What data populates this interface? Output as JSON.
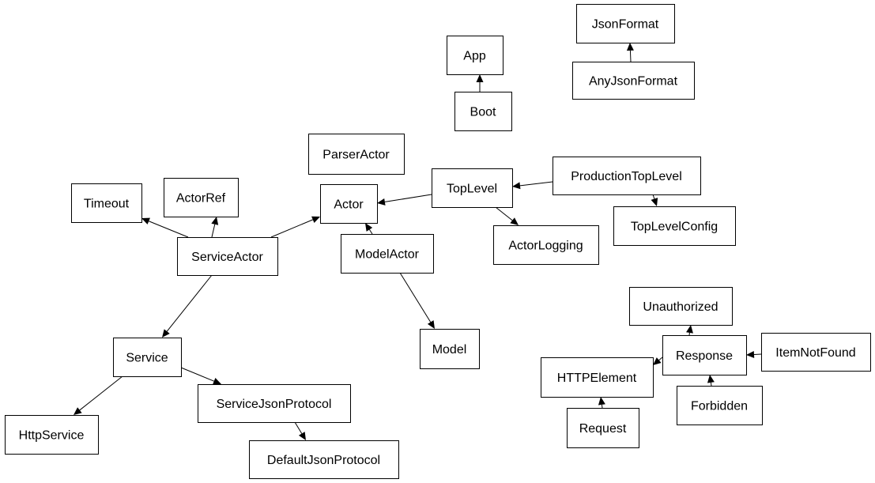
{
  "nodes": [
    {
      "id": "JsonFormat",
      "label": "JsonFormat"
    },
    {
      "id": "AnyJsonFormat",
      "label": "AnyJsonFormat"
    },
    {
      "id": "App",
      "label": "App"
    },
    {
      "id": "Boot",
      "label": "Boot"
    },
    {
      "id": "ParserActor",
      "label": "ParserActor"
    },
    {
      "id": "TopLevel",
      "label": "TopLevel"
    },
    {
      "id": "ProductionTopLevel",
      "label": "ProductionTopLevel"
    },
    {
      "id": "TopLevelConfig",
      "label": "TopLevelConfig"
    },
    {
      "id": "Actor",
      "label": "Actor"
    },
    {
      "id": "ActorLogging",
      "label": "ActorLogging"
    },
    {
      "id": "Timeout",
      "label": "Timeout"
    },
    {
      "id": "ActorRef",
      "label": "ActorRef"
    },
    {
      "id": "ServiceActor",
      "label": "ServiceActor"
    },
    {
      "id": "ModelActor",
      "label": "ModelActor"
    },
    {
      "id": "Model",
      "label": "Model"
    },
    {
      "id": "Service",
      "label": "Service"
    },
    {
      "id": "HttpService",
      "label": "HttpService"
    },
    {
      "id": "ServiceJsonProtocol",
      "label": "ServiceJsonProtocol"
    },
    {
      "id": "DefaultJsonProtocol",
      "label": "DefaultJsonProtocol"
    },
    {
      "id": "Unauthorized",
      "label": "Unauthorized"
    },
    {
      "id": "Response",
      "label": "Response"
    },
    {
      "id": "ItemNotFound",
      "label": "ItemNotFound"
    },
    {
      "id": "HTTPElement",
      "label": "HTTPElement"
    },
    {
      "id": "Forbidden",
      "label": "Forbidden"
    },
    {
      "id": "Request",
      "label": "Request"
    }
  ],
  "edges": [
    {
      "from": "AnyJsonFormat",
      "to": "JsonFormat"
    },
    {
      "from": "Boot",
      "to": "App"
    },
    {
      "from": "TopLevel",
      "to": "Actor"
    },
    {
      "from": "ProductionTopLevel",
      "to": "TopLevel"
    },
    {
      "from": "ProductionTopLevel",
      "to": "TopLevelConfig"
    },
    {
      "from": "TopLevel",
      "to": "ActorLogging"
    },
    {
      "from": "ServiceActor",
      "to": "Timeout"
    },
    {
      "from": "ServiceActor",
      "to": "ActorRef"
    },
    {
      "from": "ServiceActor",
      "to": "Actor"
    },
    {
      "from": "ModelActor",
      "to": "Actor"
    },
    {
      "from": "ModelActor",
      "to": "Model"
    },
    {
      "from": "ServiceActor",
      "to": "Service"
    },
    {
      "from": "Service",
      "to": "HttpService"
    },
    {
      "from": "Service",
      "to": "ServiceJsonProtocol"
    },
    {
      "from": "ServiceJsonProtocol",
      "to": "DefaultJsonProtocol"
    },
    {
      "from": "Response",
      "to": "Unauthorized"
    },
    {
      "from": "ItemNotFound",
      "to": "Response"
    },
    {
      "from": "Response",
      "to": "HTTPElement"
    },
    {
      "from": "Forbidden",
      "to": "Response"
    },
    {
      "from": "Request",
      "to": "HTTPElement"
    }
  ]
}
